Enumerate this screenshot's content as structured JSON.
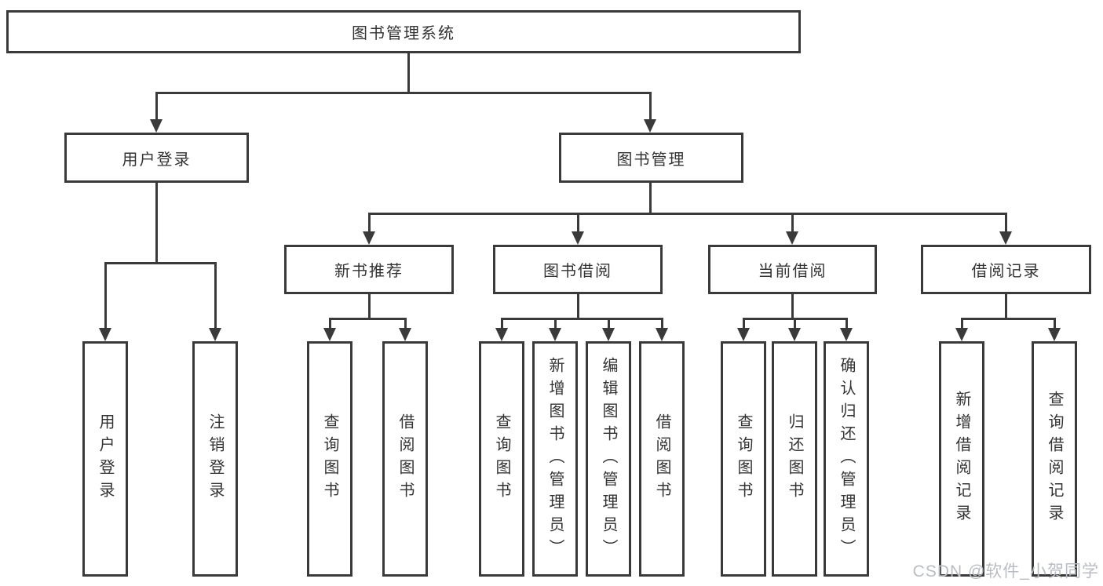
{
  "diagram": {
    "type": "function-structure-tree",
    "colors": {
      "line": "#3a3a3a",
      "box_border": "#3a3a3a",
      "text": "#333333",
      "background": "#ffffff",
      "watermark": "#b9bdc3"
    },
    "root": {
      "label": "图书管理系统"
    },
    "level2": {
      "user_login": {
        "label": "用户登录"
      },
      "book_management": {
        "label": "图书管理"
      }
    },
    "level3": {
      "new_book_recommend": {
        "label": "新书推荐"
      },
      "book_borrow": {
        "label": "图书借阅"
      },
      "current_borrow": {
        "label": "当前借阅"
      },
      "borrow_records": {
        "label": "借阅记录"
      }
    },
    "leaves": {
      "ul_login": "用户登录",
      "ul_logout": "注销登录",
      "nb_query": "查询图书",
      "nb_borrow": "借阅图书",
      "bb_query": "查询图书",
      "bb_add": "新增图书（管理员）",
      "bb_edit": "编辑图书（管理员）",
      "bb_borrow": "借阅图书",
      "cb_query": "查询图书",
      "cb_return": "归还图书",
      "cb_confirm": "确认归还（管理员）",
      "br_add": "新增借阅记录",
      "br_query": "查询借阅记录"
    },
    "hierarchy": {
      "图书管理系统": {
        "用户登录": [
          "用户登录",
          "注销登录"
        ],
        "图书管理": {
          "新书推荐": [
            "查询图书",
            "借阅图书"
          ],
          "图书借阅": [
            "查询图书",
            "新增图书（管理员）",
            "编辑图书（管理员）",
            "借阅图书"
          ],
          "当前借阅": [
            "查询图书",
            "归还图书",
            "确认归还（管理员）"
          ],
          "借阅记录": [
            "新增借阅记录",
            "查询借阅记录"
          ]
        }
      }
    }
  },
  "watermark": {
    "text": "CSDN @软件_小贺同学"
  }
}
